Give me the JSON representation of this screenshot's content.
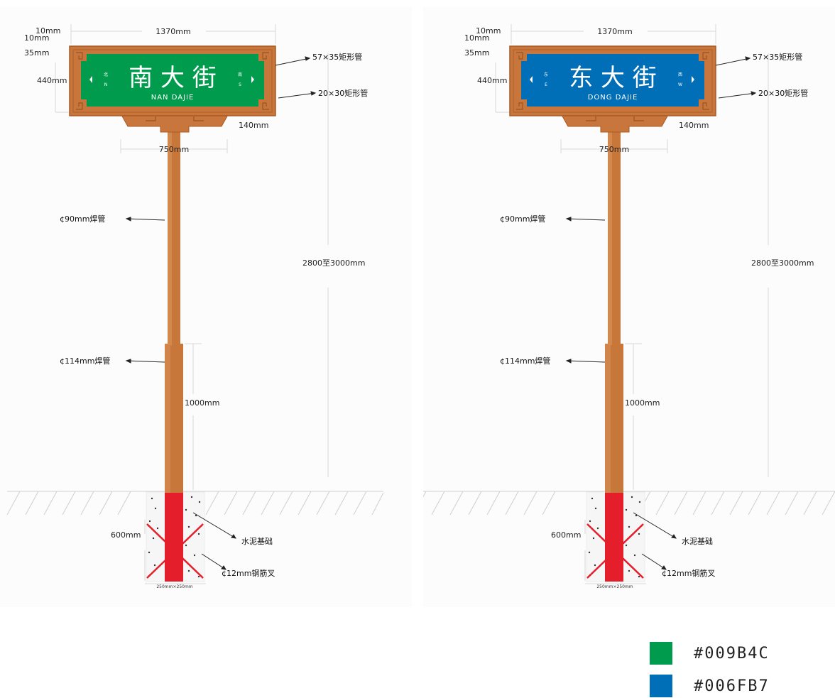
{
  "colors": {
    "frame": "#C8763B",
    "frame_dark": "#A85A24",
    "pole": "#C7773A",
    "footing": "#E51E2B",
    "green": "#009B4C",
    "blue": "#006FB7"
  },
  "signs": [
    {
      "panel_color": "#009B4C",
      "chinese_name": "南 大 街",
      "pinyin": "NAN DAJIE",
      "left_dir_cn": "北",
      "left_dir_en": "N",
      "right_dir_cn": "南",
      "right_dir_en": "S"
    },
    {
      "panel_color": "#006FB7",
      "chinese_name": "东 大 街",
      "pinyin": "DONG DAJIE",
      "left_dir_cn": "东",
      "left_dir_en": "E",
      "right_dir_cn": "西",
      "right_dir_en": "W"
    }
  ],
  "dims": {
    "width_total": "1370mm",
    "border_top_1": "10mm",
    "border_top_2": "10mm",
    "border_35": "35mm",
    "height_sign": "440mm",
    "base_140": "140mm",
    "base_width": "750mm",
    "height_total": "2800至3000mm",
    "lower_pole": "1000mm",
    "foundation_depth": "600mm",
    "foundation_size": "250mm×250mm"
  },
  "notes": {
    "tube_57": "57×35矩形管",
    "tube_20": "20×30矩形管",
    "pipe_90": "¢90mm焊管",
    "pipe_114": "¢114mm焊管",
    "cement": "水泥基础",
    "rebar": "¢12mm钢筋叉"
  },
  "legend": [
    {
      "color": "#009B4C",
      "label": "#009B4C"
    },
    {
      "color": "#006FB7",
      "label": "#006FB7"
    }
  ]
}
